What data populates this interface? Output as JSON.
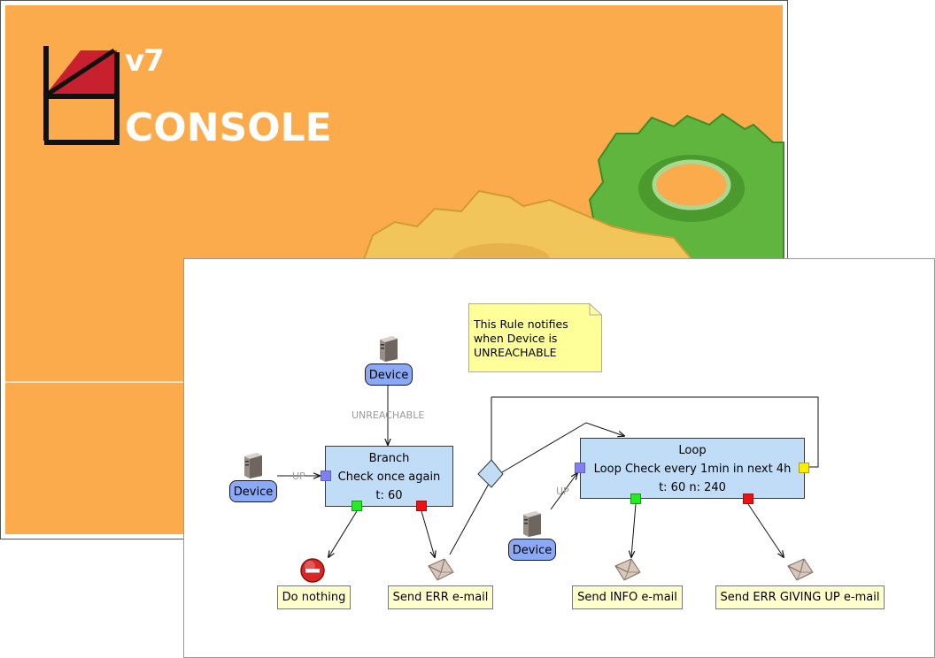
{
  "splash": {
    "version": "v7",
    "product": "CONSOLE"
  },
  "note": {
    "lines": [
      "This Rule notifies",
      "when Device is",
      "UNREACHABLE"
    ]
  },
  "devices": {
    "top": "Device",
    "left": "Device",
    "middle": "Device"
  },
  "edges": {
    "unreachable": "UNREACHABLE",
    "up_left": "UP",
    "up_middle": "UP"
  },
  "branch": {
    "title": "Branch",
    "subtitle": "Check once again",
    "params": "t: 60"
  },
  "loop": {
    "title": "Loop",
    "subtitle": "Loop Check every 1min in next 4h",
    "params": "t: 60 n: 240"
  },
  "actions": {
    "do_nothing": "Do nothing",
    "send_err": "Send ERR e-mail",
    "send_info": "Send INFO e-mail",
    "send_err_giving_up": "Send ERR GIVING UP e-mail"
  },
  "colors": {
    "splash_bg": "#fbab4c",
    "device_fill": "#8ba9f5",
    "node_fill": "#c0dcf7",
    "action_fill": "#ffffcc",
    "note_fill": "#ffff99",
    "port_in": "#8080f0",
    "port_ok": "#22ee22",
    "port_err": "#ee1111",
    "port_loop": "#ffee00"
  },
  "icons": [
    "server-icon",
    "envelope-icon",
    "stop-icon",
    "gear-icon",
    "logo-icon"
  ]
}
